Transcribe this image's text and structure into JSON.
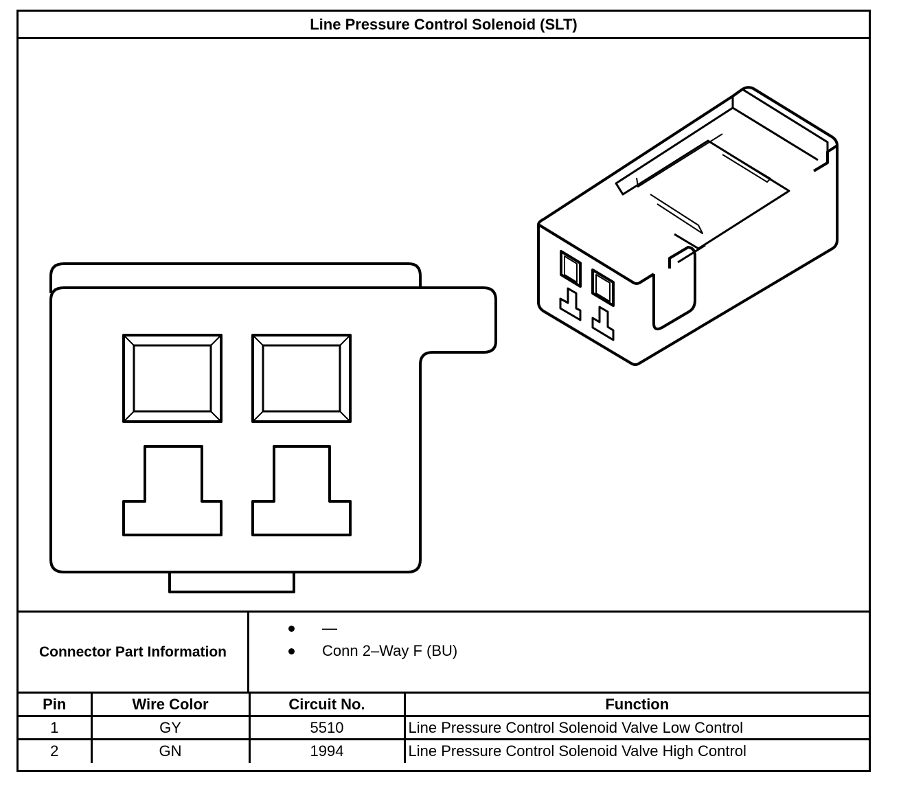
{
  "title": "Line Pressure Control Solenoid (SLT)",
  "connector": {
    "label": "Connector Part Information",
    "items": [
      "—",
      "Conn 2–Way F (BU)"
    ]
  },
  "table": {
    "headers": [
      "Pin",
      "Wire Color",
      "Circuit No.",
      "Function"
    ],
    "rows": [
      [
        "1",
        "GY",
        "5510",
        "Line Pressure Control Solenoid Valve Low Control"
      ],
      [
        "2",
        "GN",
        "1994",
        "Line Pressure Control Solenoid Valve High Control"
      ]
    ]
  }
}
